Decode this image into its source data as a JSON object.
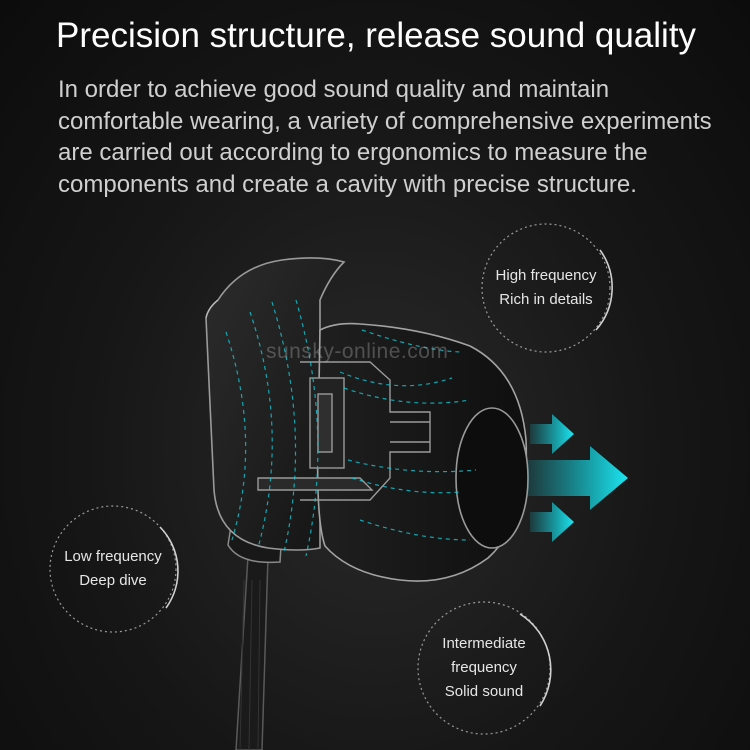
{
  "header": {
    "title": "Precision structure, release sound quality",
    "description_lines": [
      "In order to achieve good sound quality and maintain",
      "comfortable wearing, a variety of comprehensive experiments",
      "are carried out according to ergonomics to measure the",
      "components and create a cavity with precise structure."
    ]
  },
  "watermark": "sunsky-online.com",
  "badges": {
    "high": [
      "High frequency",
      "Rich in details"
    ],
    "low": [
      "Low frequency",
      "Deep dive"
    ],
    "mid": [
      "Intermediate",
      "frequency",
      "Solid sound"
    ]
  },
  "colors": {
    "accent": "#12d3e0",
    "outline": "#9a9a9a",
    "text": "#cfcfcf"
  },
  "icons": [
    "earphone-illustration",
    "sound-arrow-icon",
    "dashed-ring-icon"
  ]
}
